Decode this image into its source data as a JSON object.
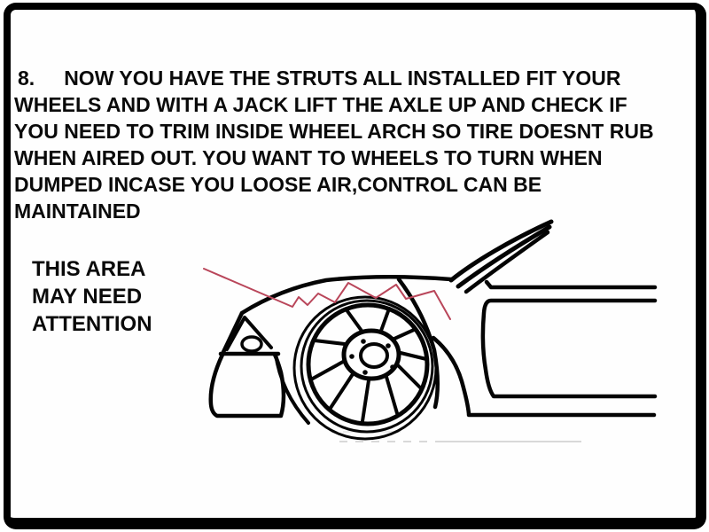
{
  "canvas": {
    "background": "#ffffff",
    "frame_color": "#000000"
  },
  "instruction": {
    "step_number": "8.",
    "line1_rest": "NOW YOU HAVE THE STRUTS ALL INSTALLED FIT YOUR",
    "lines": [
      "WHEELS AND WITH A JACK LIFT THE AXLE UP AND CHECK IF",
      "YOU NEED TO TRIM INSIDE WHEEL ARCH SO TIRE DOESNT RUB",
      "WHEN AIRED OUT. YOU WANT TO WHEELS TO TURN WHEN",
      "DUMPED INCASE YOU LOOSE AIR,CONTROL CAN BE",
      "MAINTAINED"
    ]
  },
  "callout": {
    "line1": "THIS AREA",
    "line2": "MAY NEED",
    "line3": "ATTENTION"
  },
  "drawing": {
    "ink_color": "#040404",
    "attention_color": "#b9465a",
    "ground_line_color": "#d9d9d9",
    "ground_line_faint_color": "#ececec"
  }
}
